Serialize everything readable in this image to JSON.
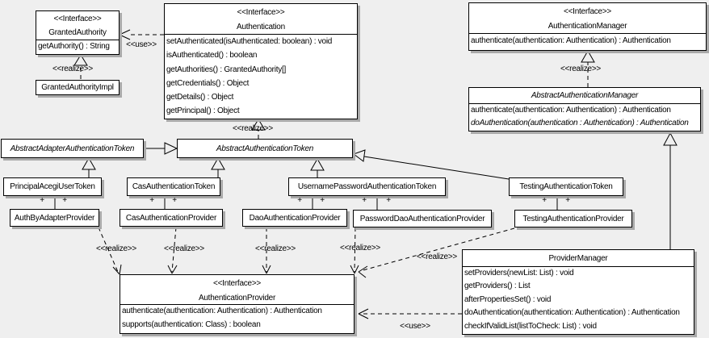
{
  "colors": {
    "background": "#efefef",
    "box_fill": "#ffffff",
    "line": "#000000",
    "shadow": "#a9a9a9"
  },
  "stereo": {
    "interface": "<<Interface>>",
    "use": "<<use>>",
    "realize": "<<realize>>",
    "plus": "+"
  },
  "classes": {
    "granted_authority": {
      "stereotype": "<<Interface>>",
      "name": "GrantedAuthority",
      "methods": [
        "getAuthority() : String"
      ]
    },
    "granted_authority_impl": {
      "name": "GrantedAuthorityImpl"
    },
    "authentication": {
      "stereotype": "<<Interface>>",
      "name": "Authentication",
      "methods": [
        "setAuthenticated(isAuthenticated: boolean) : void",
        "isAuthenticated() : boolean",
        "getAuthorities() : GrantedAuthority[]",
        "getCredentials() : Object",
        "getDetails() : Object",
        "getPrincipal() : Object"
      ]
    },
    "authentication_manager": {
      "stereotype": "<<Interface>>",
      "name": "AuthenticationManager",
      "methods": [
        "authenticate(authentication: Authentication) : Authentication"
      ]
    },
    "abstract_authentication_manager": {
      "name": "AbstractAuthenticationManager",
      "abstract": true,
      "methods": [
        "authenticate(authentication: Authentication) : Authentication",
        "doAuthentication(authentication : Authentication) : Authentication"
      ]
    },
    "abstract_adapter_authentication_token": {
      "name": "AbstractAdapterAuthenticationToken",
      "abstract": true
    },
    "abstract_authentication_token": {
      "name": "AbstractAuthenticationToken",
      "abstract": true
    },
    "principal_acegi_user_token": {
      "name": "PrincipalAcegiUserToken"
    },
    "cas_authentication_token": {
      "name": "CasAuthenticationToken"
    },
    "username_password_authentication_token": {
      "name": "UsernamePasswordAuthenticationToken"
    },
    "testing_authentication_token": {
      "name": "TestingAuthenticationToken"
    },
    "auth_by_adapter_provider": {
      "name": "AuthByAdapterProvider"
    },
    "cas_authentication_provider": {
      "name": "CasAuthenticationProvider"
    },
    "dao_authentication_provider": {
      "name": "DaoAuthenticationProvider"
    },
    "password_dao_authentication_provider": {
      "name": "PasswordDaoAuthenticationProvider"
    },
    "testing_authentication_provider": {
      "name": "TestingAuthenticationProvider"
    },
    "provider_manager": {
      "name": "ProviderManager",
      "methods": [
        "setProviders(newList: List) : void",
        "getProviders() : List",
        "afterPropertiesSet() : void",
        "doAuthentication(authentication: Authentication) : Authentication",
        "checkIfValidList(listToCheck: List) : void"
      ]
    },
    "authentication_provider": {
      "stereotype": "<<Interface>>",
      "name": "AuthenticationProvider",
      "methods": [
        "authenticate(authentication: Authentication) : Authentication",
        "supports(authentication: Class) : boolean"
      ]
    }
  }
}
